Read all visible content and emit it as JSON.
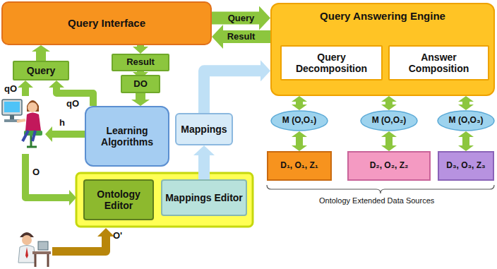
{
  "diagram": {
    "nodes": [
      {
        "text": [
          "Query Interface"
        ]
      },
      {
        "text": [
          "Query Answering Engine"
        ]
      },
      {
        "text": [
          "Query Decomposition"
        ],
        "in": 1
      },
      {
        "text": [
          "Answer Composition"
        ],
        "in": 1
      },
      {
        "text": [
          "Query"
        ]
      },
      {
        "text": [
          "Result"
        ]
      },
      {
        "text": [
          "DO"
        ]
      },
      {
        "text": [
          "Learning Algorithms"
        ]
      },
      {
        "text": [
          "Mappings"
        ]
      },
      {
        "text": [
          "M (O,O₁)"
        ]
      },
      {
        "text": [
          "M (O,O₂)"
        ]
      },
      {
        "text": [
          "M (O,O₃)"
        ]
      },
      {
        "text": [
          "D₁, O₁, Z₁"
        ]
      },
      {
        "text": [
          "D₂, O₂, Z₂"
        ]
      },
      {
        "text": [
          "D₃, O₃, Z₃"
        ]
      },
      {
        "text": [
          "Ontology Editor"
        ]
      },
      {
        "text": [
          "Mappings Editor"
        ]
      }
    ],
    "edges": [
      {
        "from": 0,
        "to": 1,
        "label": "Query",
        "arrow": "to"
      },
      {
        "from": 1,
        "to": 0,
        "label": "Result",
        "arrow": "to"
      },
      {
        "from": 4,
        "to": 0,
        "arrow": "to"
      },
      {
        "from": 0,
        "to": 5,
        "arrow": "to"
      },
      {
        "from": 5,
        "to": 6,
        "arrow": "to"
      },
      {
        "from": 6,
        "to": 7,
        "arrow": "to"
      },
      {
        "from": 7,
        "to": 4,
        "label": "qO",
        "arrow": "to"
      },
      {
        "from": 16,
        "to": 8,
        "arrow": "to"
      },
      {
        "from": 8,
        "to": 1,
        "arrow": "to"
      },
      {
        "from": 1,
        "to": 9,
        "arrow": "both"
      },
      {
        "from": 1,
        "to": 10,
        "arrow": "both"
      },
      {
        "from": 1,
        "to": 11,
        "arrow": "both"
      },
      {
        "from": 9,
        "to": 12,
        "arrow": "both"
      },
      {
        "from": 10,
        "to": 13,
        "arrow": "both"
      },
      {
        "from": 11,
        "to": 14,
        "arrow": "both"
      }
    ],
    "labels": [
      "qO",
      "h",
      "O",
      "O'",
      "Ontology Extended Data Sources"
    ]
  }
}
